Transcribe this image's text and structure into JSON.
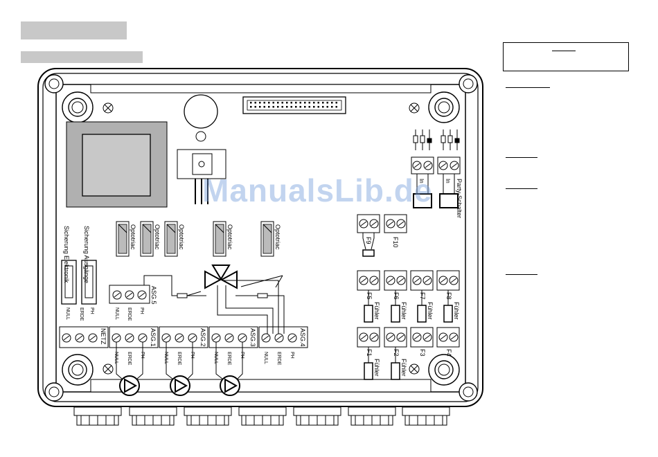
{
  "watermark": "ManualsLib.de",
  "labels": {
    "optotriac": "Optotriac",
    "sicherung_elektronik": "Sicherung Elektronik",
    "sicherung_ausgaenge": "Sicherung Ausgänge",
    "null": "NULL",
    "erde": "ERDE",
    "ph": "PH",
    "netz": "NETZ",
    "asg1": "ASG.1",
    "asg2": "ASG.2",
    "asg3": "ASG.3",
    "asg4": "ASG.4",
    "asg5": "ASG.5",
    "in": "In",
    "party_schalter": "Party-Schalter",
    "fuehler": "Fühler",
    "f1": "F1",
    "f2": "F2",
    "f3": "F3",
    "f4": "F4",
    "f5": "F5",
    "f6": "F6",
    "f7": "F7",
    "f8": "F8",
    "f9": "F9",
    "f10": "F10"
  },
  "colors": {
    "housing": "#ffffff",
    "board_stroke": "#000000",
    "gray_block": "#c8c8c8",
    "transformer": "#b0b0b0"
  }
}
